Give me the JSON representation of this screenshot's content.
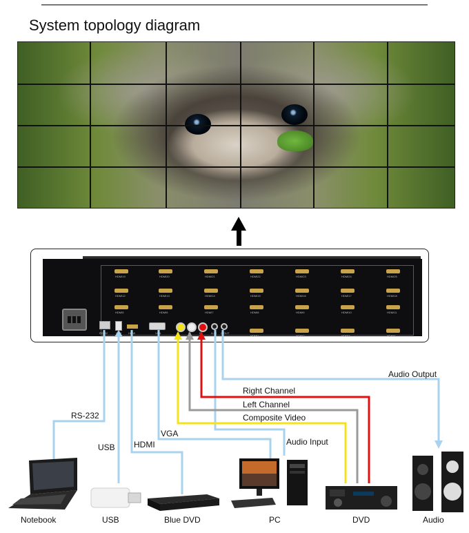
{
  "title": "System topology diagram",
  "video_wall": {
    "rows": 4,
    "cols": 6
  },
  "device": {
    "input_grid_labels": [
      [
        "HDMI19",
        "HDMI20",
        "HDMI21",
        "HDMI22",
        "HDMI23",
        "HDMI24",
        "HDMI25"
      ],
      [
        "HDMI12",
        "HDMI13",
        "HDMI14",
        "HDMI15",
        "HDMI16",
        "HDMI17",
        "HDMI18"
      ],
      [
        "HDMI5",
        "HDMI6",
        "HDMI7",
        "HDMI8",
        "HDMI9",
        "HDMI10",
        "HDMI11"
      ],
      [
        "HDMI1",
        "HDMI2",
        "HDMI3",
        "HDMI4"
      ]
    ],
    "left_ports": [
      "RS232",
      "USB",
      "HDMI",
      "VGA",
      "V",
      "L",
      "R",
      "A-IN",
      "A-OUT"
    ]
  },
  "connections": {
    "rs232": "RS-232",
    "usb": "USB",
    "hdmi": "HDMI",
    "vga": "VGA",
    "audio_input": "Audio Input",
    "composite_video": "Composite Video",
    "left_channel": "Left Channel",
    "right_channel": "Right Channel",
    "audio_output": "Audio Output"
  },
  "devices": {
    "notebook": "Notebook",
    "usb": "USB",
    "blue_dvd": "Blue DVD",
    "pc": "PC",
    "dvd": "DVD",
    "audio": "Audio"
  },
  "colors": {
    "cable_blue": "#a9d2ee",
    "cable_yellow": "#f5e21a",
    "cable_gray": "#9a9a9a",
    "cable_red": "#e01010"
  }
}
